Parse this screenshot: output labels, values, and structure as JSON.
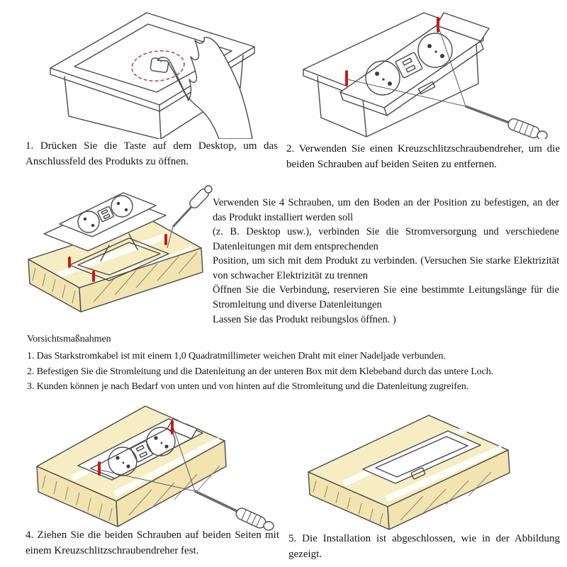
{
  "document": {
    "language": "de",
    "type": "installation-instructions",
    "background": "#ffffff",
    "text_color": "#141414"
  },
  "colors": {
    "line_art": "#4a4a4a",
    "wood_top": "#f6edc4",
    "wood_side": "#f1e4b0",
    "screw_red": "#c11b17",
    "highlight_red": "#bf4a48"
  },
  "steps": [
    {
      "caption": "1. Drücken Sie die Taste auf dem Desktop, um das Anschlussfeld des Produkts zu öffnen.",
      "figure": "closed-pop-up-socket-with-hand-pressing-button"
    },
    {
      "caption": "2. Verwenden Sie einen Kreuzschlitzschraubendreher, um die beiden Schrauben auf beiden Seiten zu entfernen.",
      "figure": "open-pop-up-socket-with-screwdriver-pointing-at-two-screws"
    },
    {
      "caption": "4. Ziehen Sie die beiden Schrauben auf beiden Seiten mit einem Kreuzschlitzschraubendreher fest.",
      "figure": "unit-mounted-in-desk-screwdriver-tightening-two-screws"
    },
    {
      "caption": "5. Die Installation ist abgeschlossen, wie in der Abbildung gezeigt.",
      "figure": "finished-installation-flush-panel-in-desk"
    }
  ],
  "middle_figure": {
    "figure": "open-unit-above-desk-board-with-mounting-frame-four-screws-and-screwdriver"
  },
  "installation_note": {
    "segments": [
      "Verwenden Sie 4 Schrauben, um den Boden an der Position zu befestigen, an der das Produkt installiert werden soll",
      "(z. B. Desktop usw.), verbinden Sie die Stromversorgung und verschiedene Datenleitungen mit dem entsprechenden",
      "Position, um sich mit dem Produkt zu verbinden. (Versuchen Sie starke Elektrizität von schwacher Elektrizität zu trennen",
      "Öffnen Sie die Verbindung, reservieren Sie eine bestimmte Leitungslänge für die Stromleitung und diverse Datenleitungen",
      "Lassen Sie das Produkt reibungslos öffnen. )"
    ]
  },
  "precautions": {
    "title": "Vorsichtsmaßnahmen",
    "items": [
      "1. Das Starkstromkabel ist mit einem 1,0 Quadratmillimeter weichen Draht mit einer Nadeljade verbunden.",
      "2. Befestigen Sie die Stromleitung und die Datenleitung an der unteren Box mit dem Klebeband durch das untere Loch.",
      "3. Kunden können je nach Bedarf von unten und von hinten auf die Stromleitung und die Datenleitung zugreifen."
    ]
  }
}
